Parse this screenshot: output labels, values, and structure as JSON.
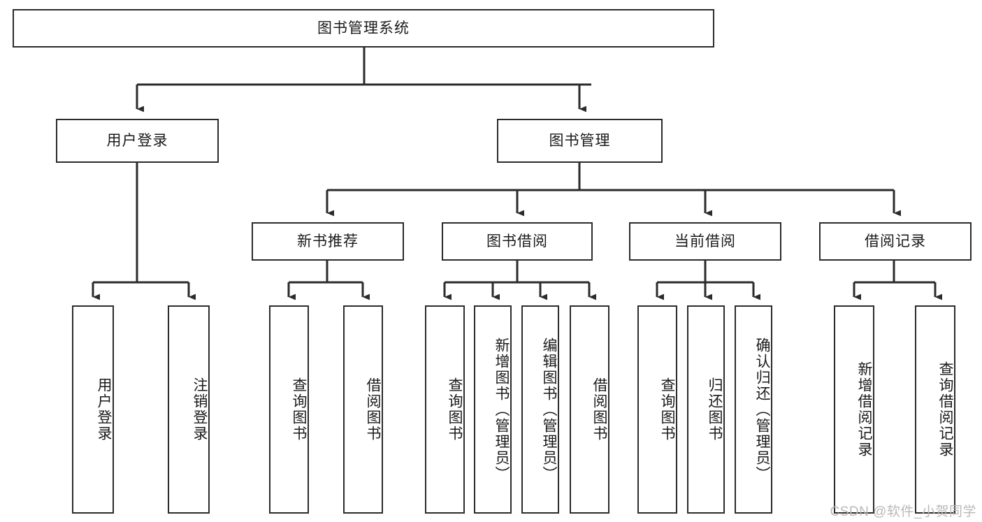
{
  "diagram": {
    "title": "图书管理系统",
    "type": "tree-functional-structure",
    "watermark": "CSDN @软件_小贺同学",
    "colors": {
      "box_border": "#2b2b2b",
      "box_fill": "#ffffff",
      "connector": "#2b2b2b",
      "text": "#1a1a1a",
      "watermark": "#b9b9b9",
      "background": "#ffffff"
    },
    "nodes": {
      "root": {
        "label": "图书管理系统"
      },
      "level2": [
        {
          "label": "用户登录"
        },
        {
          "label": "图书管理"
        }
      ],
      "level3": [
        {
          "label": "新书推荐"
        },
        {
          "label": "图书借阅"
        },
        {
          "label": "当前借阅"
        },
        {
          "label": "借阅记录"
        }
      ],
      "leaves_user_login": [
        {
          "label": "用户登录"
        },
        {
          "label": "注销登录"
        }
      ],
      "leaves_new_book": [
        {
          "label": "查询图书"
        },
        {
          "label": "借阅图书"
        }
      ],
      "leaves_borrow": [
        {
          "label": "查询图书"
        },
        {
          "label": "新增图书（管理员）"
        },
        {
          "label": "编辑图书（管理员）"
        },
        {
          "label": "借阅图书"
        }
      ],
      "leaves_current": [
        {
          "label": "查询图书"
        },
        {
          "label": "归还图书"
        },
        {
          "label": "确认归还（管理员）"
        }
      ],
      "leaves_records": [
        {
          "label": "新增借阅记录"
        },
        {
          "label": "查询借阅记录"
        }
      ]
    }
  }
}
